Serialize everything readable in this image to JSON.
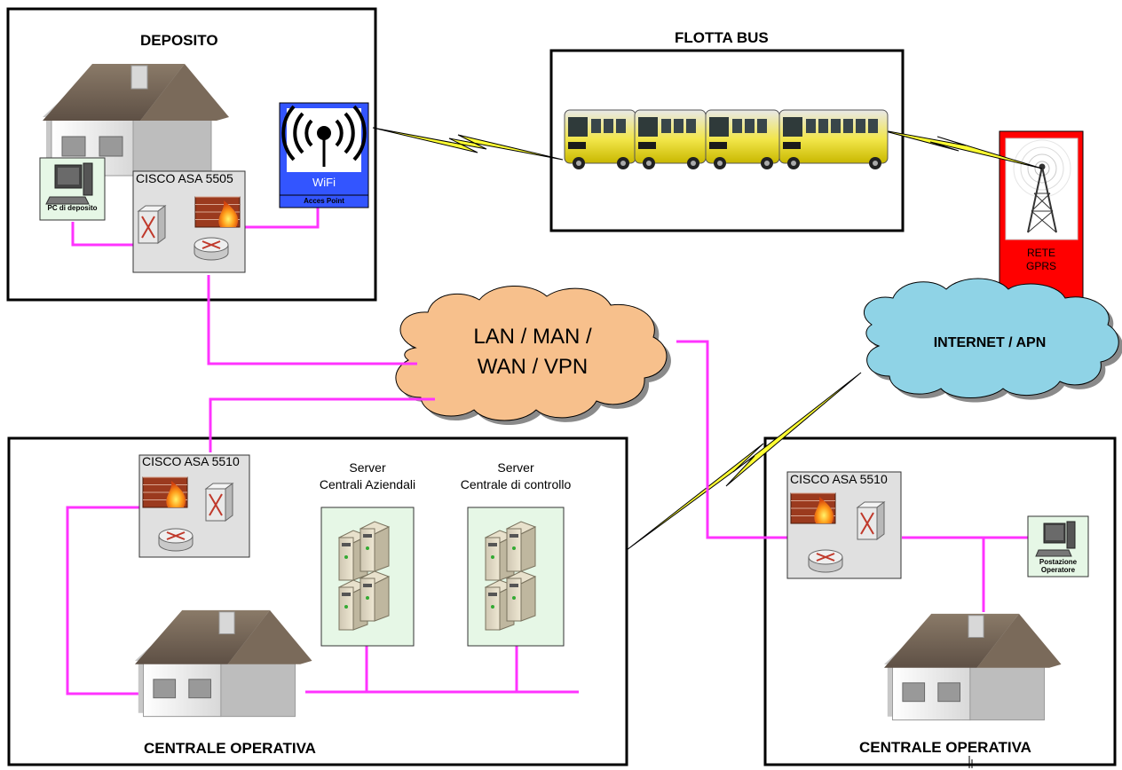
{
  "sites": {
    "deposito": {
      "title": "DEPOSITO"
    },
    "flotta": {
      "title": "FLOTTA BUS"
    },
    "centrale_left": {
      "title": "CENTRALE OPERATIVA"
    },
    "centrale_right": {
      "title": "CENTRALE OPERATIVA"
    }
  },
  "devices": {
    "asa_deposito": "CISCO ASA 5505",
    "asa_centrale_left": "CISCO ASA 5510",
    "asa_centrale_right": "CISCO ASA 5510",
    "pc_deposito": "PC di deposito",
    "postazione_line1": "Postazione",
    "postazione_line2": "Operatore",
    "wifi_label": "WiFi",
    "wifi_sub": "Acces Point",
    "gprs_line1": "RETE",
    "gprs_line2": "GPRS"
  },
  "servers": {
    "aziendali_line1": "Server",
    "aziendali_line2": "Centrali Aziendali",
    "controllo_line1": "Server",
    "controllo_line2": "Centrale di controllo"
  },
  "clouds": {
    "lan_line1": "LAN  / MAN  /",
    "lan_line2": "WAN  / VPN",
    "internet": "INTERNET / APN"
  },
  "colors": {
    "link": "#ff33ff",
    "wireless": "#ffff33",
    "lan_cloud": "#f7c08c",
    "internet_cloud": "#8fd3e6",
    "gprs_box": "#ff0000",
    "wifi_box": "#3355ff",
    "server_box": "#e6f7e6",
    "device_box": "#e0e0e0"
  }
}
